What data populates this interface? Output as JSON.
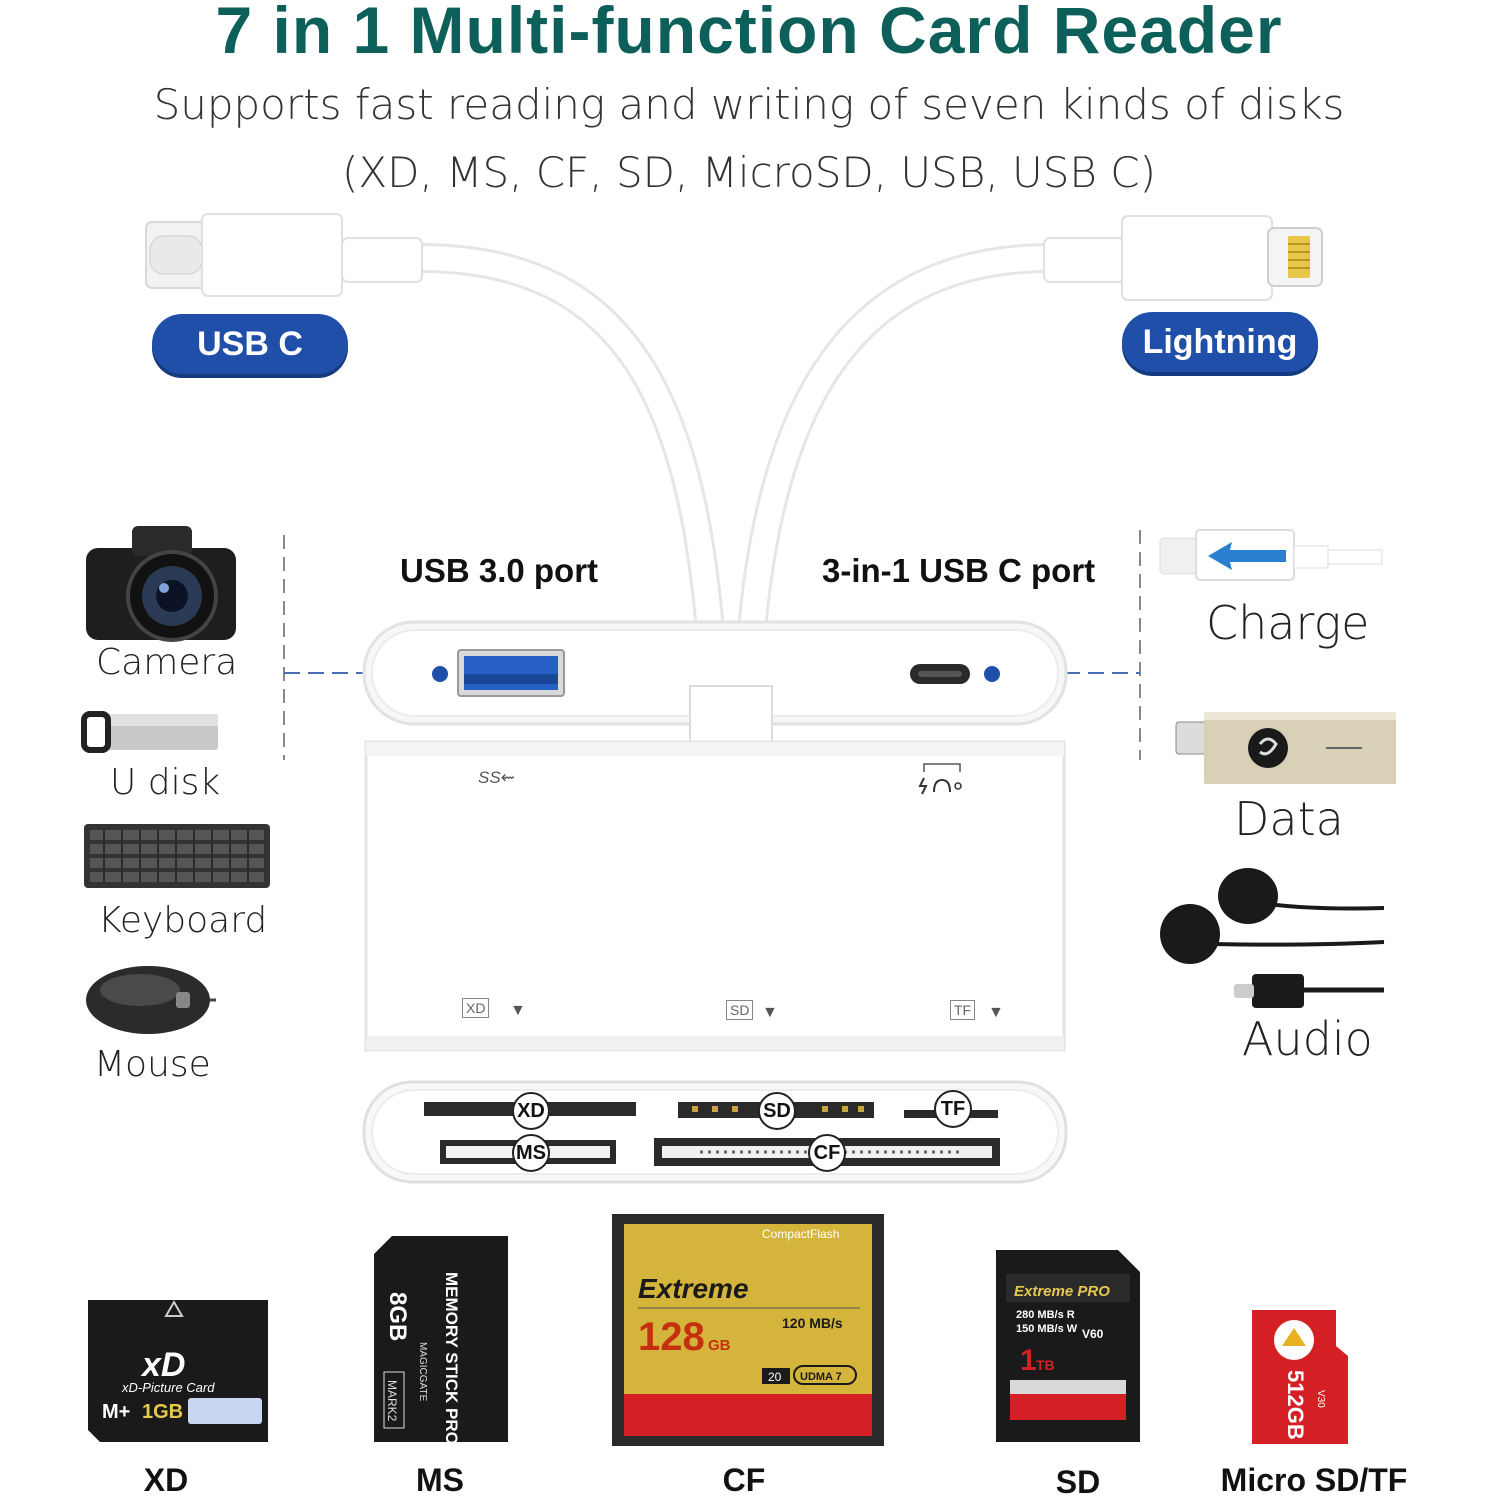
{
  "header": {
    "title": "7 in 1 Multi-function Card Reader",
    "subtitle_line1": "Supports fast reading and writing of seven kinds of disks",
    "subtitle_line2": "(XD, MS, CF, SD, MicroSD, USB, USB C)"
  },
  "connectors": {
    "left_label": "USB C",
    "right_label": "Lightning"
  },
  "ports": {
    "usb3_label": "USB 3.0 port",
    "usbc_label": "3-in-1 USB C port"
  },
  "device_marks": {
    "ss_logo": "SS⇜",
    "xd": "XD",
    "sd": "SD",
    "tf": "TF"
  },
  "left_devices": [
    {
      "label": "Camera"
    },
    {
      "label": "U disk"
    },
    {
      "label": "Keyboard"
    },
    {
      "label": "Mouse"
    }
  ],
  "right_devices": [
    {
      "label": "Charge"
    },
    {
      "label": "Data"
    },
    {
      "label": "Audio"
    }
  ],
  "slots": {
    "xd": "XD",
    "ms": "MS",
    "sd": "SD",
    "cf": "CF",
    "tf": "TF"
  },
  "cards": {
    "xd": {
      "label": "XD",
      "brand": "xD",
      "sub": "xD-Picture Card",
      "capacity": "M+ 1GB"
    },
    "ms": {
      "label": "MS",
      "capacity": "8GB",
      "name": "MEMORY STICK PRO DUO",
      "magicgate": "MAGICGATE",
      "mark": "MARK2"
    },
    "cf": {
      "label": "CF",
      "brand": "CompactFlash",
      "line": "Extreme",
      "capacity": "128",
      "unit": "GB",
      "speed": "120 MB/s",
      "udma": "UDMA 7",
      "vpg": "20"
    },
    "sd": {
      "label": "SD",
      "line": "Extreme PRO",
      "read": "280 MB/s R",
      "write": "150 MB/s W",
      "capacity": "1",
      "unit": "TB",
      "class": "V60"
    },
    "tf": {
      "label": "Micro SD/TF",
      "capacity": "512GB",
      "class": "V30"
    }
  },
  "colors": {
    "title": "#0d5f5a",
    "pill": "#1f4fa8",
    "dot": "#1f4fa8",
    "cf_gold": "#d4b43a",
    "cf_red": "#d42025",
    "sd_red": "#d42025",
    "tf_red": "#d42025"
  }
}
